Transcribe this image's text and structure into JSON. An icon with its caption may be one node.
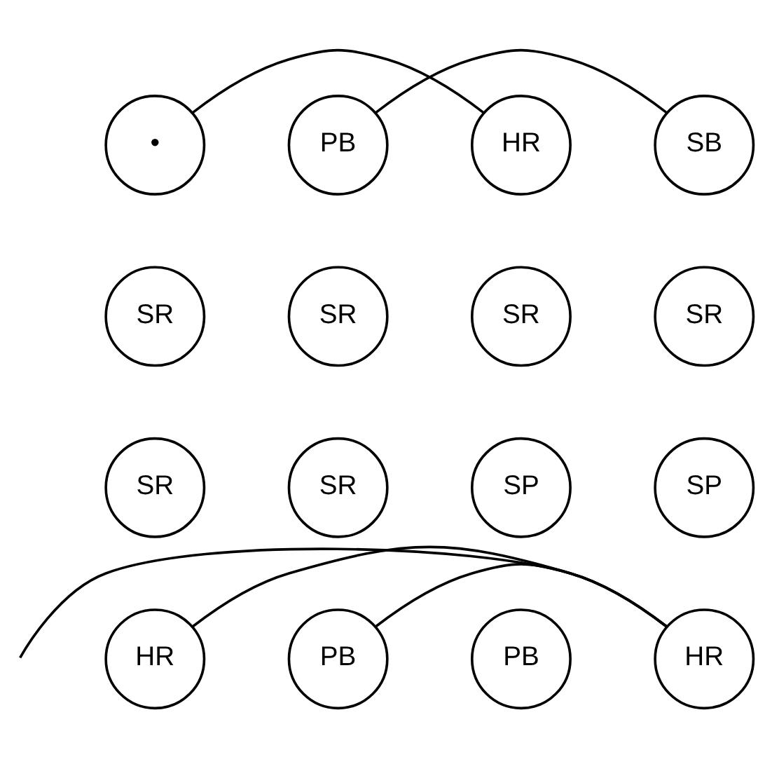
{
  "diagram": {
    "nodes": [
      {
        "text": [
          "•"
        ]
      },
      {
        "text": [
          "PB"
        ]
      },
      {
        "text": [
          "HR"
        ]
      },
      {
        "text": [
          "SB"
        ]
      },
      {
        "text": [
          "SR"
        ]
      },
      {
        "text": [
          "SR"
        ]
      },
      {
        "text": [
          "SR"
        ]
      },
      {
        "text": [
          "SR"
        ]
      },
      {
        "text": [
          "SR"
        ]
      },
      {
        "text": [
          "SR"
        ]
      },
      {
        "text": [
          "SP"
        ]
      },
      {
        "text": [
          "SP"
        ]
      },
      {
        "text": [
          "HR"
        ]
      },
      {
        "text": [
          "PB"
        ]
      },
      {
        "text": [
          "PB"
        ]
      },
      {
        "text": [
          "HR"
        ]
      }
    ],
    "edges": [
      {
        "from": 0,
        "to": 2,
        "arrow": "none"
      },
      {
        "from": 1,
        "to": 3,
        "arrow": "none"
      },
      {
        "from": null,
        "to": 15,
        "arrow": "none"
      },
      {
        "from": 12,
        "to": 15,
        "arrow": "none"
      },
      {
        "from": 13,
        "to": 15,
        "arrow": "none"
      }
    ]
  }
}
